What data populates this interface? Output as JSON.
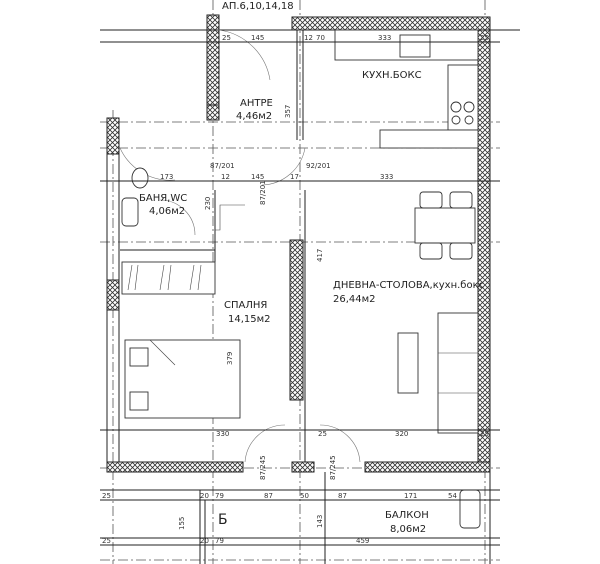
{
  "plan": {
    "title": "АП.6,10,14,18",
    "rooms": [
      {
        "name": "АНТРЕ",
        "area": "4,46м2"
      },
      {
        "name": "КУХН.БОКС",
        "area": ""
      },
      {
        "name": "БАНЯ,WC",
        "area": "4,06м2"
      },
      {
        "name": "СПАЛНЯ",
        "area": "14,15м2"
      },
      {
        "name": "ДНЕВНА-СТОЛОВА,кухн.бокс",
        "area": "26,44м2"
      },
      {
        "name": "БАЛКОН",
        "area": "8,06м2"
      }
    ],
    "doors": [
      "87/201",
      "92/201",
      "87/201",
      "87/245",
      "87/245"
    ],
    "marker": "Б",
    "dimensions": {
      "top": [
        "25",
        "145",
        "12",
        "70",
        "333",
        "25"
      ],
      "middle": [
        "173",
        "12",
        "145",
        "17",
        "333"
      ],
      "vertical": [
        "357",
        "230",
        "417",
        "379",
        "155",
        "143"
      ],
      "lower": [
        "330",
        "25",
        "320",
        "25"
      ],
      "balcony_top": [
        "25",
        "20",
        "79",
        "87",
        "50",
        "87",
        "171",
        "54"
      ],
      "balcony_bottom": [
        "25",
        "20",
        "79",
        "459"
      ]
    }
  }
}
